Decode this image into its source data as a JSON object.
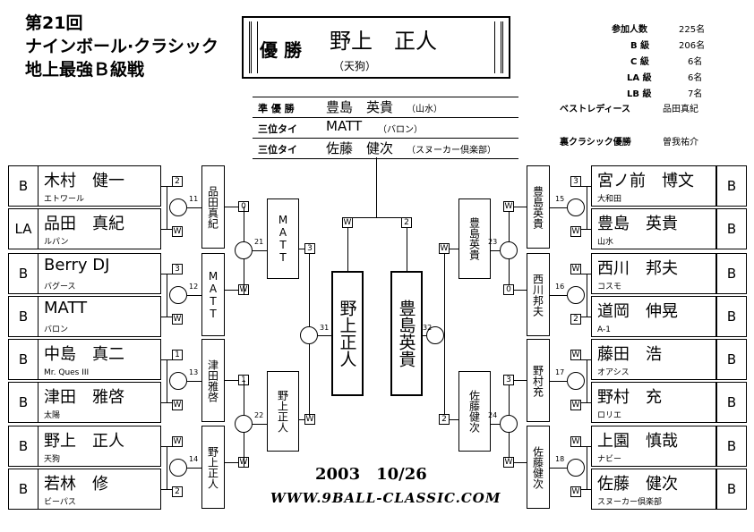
{
  "header": {
    "title_line1": "第21回",
    "title_line2": "ナインボール·クラシック",
    "title_line3": "地上最強Ｂ級戦"
  },
  "stats": [
    {
      "label": "参加人数",
      "value": "225名"
    },
    {
      "label": "B 級",
      "value": "206名"
    },
    {
      "label": "C 級",
      "value": "6名"
    },
    {
      "label": "LA 級",
      "value": "6名"
    },
    {
      "label": "LB 級",
      "value": "7名"
    }
  ],
  "awards": {
    "best_ladies_label": "ベストレディース",
    "best_ladies_value": "品田真紀",
    "ura_label": "裏クラシック優勝",
    "ura_value": "曽我祐介"
  },
  "results": {
    "champion_label": "優 勝",
    "champion_name": "野上　正人",
    "champion_club": "（天狗）",
    "runner_label": "準 優 勝",
    "runner_name": "豊島　英貴",
    "runner_club": "（山水）",
    "third1_label": "三位タイ",
    "third1_name": "MATT",
    "third1_club": "（バロン）",
    "third2_label": "三位タイ",
    "third2_name": "佐藤　健次",
    "third2_club": "（スヌーカー倶楽部）"
  },
  "left_players": [
    {
      "grade": "B",
      "name": "木村　健一",
      "club": "エトワール",
      "score": "2"
    },
    {
      "grade": "LA",
      "name": "品田　真紀",
      "club": "ルパン",
      "score": "W"
    },
    {
      "grade": "B",
      "name": "Berry DJ",
      "club": "バグース",
      "score": "3"
    },
    {
      "grade": "B",
      "name": "MATT",
      "club": "バロン",
      "score": "W"
    },
    {
      "grade": "B",
      "name": "中島　真二",
      "club": "Mr. Ques III",
      "score": "1"
    },
    {
      "grade": "B",
      "name": "津田　雅啓",
      "club": "太陽",
      "score": "W"
    },
    {
      "grade": "B",
      "name": "野上　正人",
      "club": "天狗",
      "score": "W"
    },
    {
      "grade": "B",
      "name": "若林　修",
      "club": "ビーパス",
      "score": "2"
    }
  ],
  "right_players": [
    {
      "grade": "B",
      "name": "宮ノ前　博文",
      "club": "大和田",
      "score": "3"
    },
    {
      "grade": "B",
      "name": "豊島　英貴",
      "club": "山水",
      "score": "W"
    },
    {
      "grade": "B",
      "name": "西川　邦夫",
      "club": "コスモ",
      "score": "W"
    },
    {
      "grade": "B",
      "name": "道岡　伸晃",
      "club": "A-1",
      "score": "2"
    },
    {
      "grade": "B",
      "name": "藤田　浩",
      "club": "オアシス",
      "score": "W"
    },
    {
      "grade": "B",
      "name": "野村　充",
      "club": "ロリエ",
      "score": "W"
    },
    {
      "grade": "B",
      "name": "上園　慎哉",
      "club": "ナビー",
      "score": "W"
    },
    {
      "grade": "B",
      "name": "佐藤　健次",
      "club": "スヌーカー倶楽部",
      "score": "W"
    }
  ],
  "round2_left": [
    {
      "name": "品田真紀",
      "score": "0",
      "num": "11"
    },
    {
      "name": "MATT",
      "score": "W",
      "num": "12"
    },
    {
      "name": "津田雅啓",
      "score": "1",
      "num": "13"
    },
    {
      "name": "野上正人",
      "score": "W",
      "num": "14"
    }
  ],
  "round2_right": [
    {
      "name": "豊島英貴",
      "score": "W",
      "num": "15"
    },
    {
      "name": "西川邦夫",
      "score": "0",
      "num": "16"
    },
    {
      "name": "野村充",
      "score": "3",
      "num": "17"
    },
    {
      "name": "佐藤健次",
      "score": "W",
      "num": "18"
    }
  ],
  "round3_left": [
    {
      "name": "MATT",
      "score": "3",
      "num": "21"
    },
    {
      "name": "野上正人",
      "score": "W",
      "num": "22"
    }
  ],
  "round3_right": [
    {
      "name": "豊島英貴",
      "score": "W",
      "num": "23"
    },
    {
      "name": "佐藤健次",
      "score": "2",
      "num": "24"
    }
  ],
  "semis": {
    "left_name": "野上正人",
    "left_score": "W",
    "left_num": "31",
    "right_name": "豊島英貴",
    "right_score": "2",
    "right_num": "32"
  },
  "left_r2_scores": [
    "0",
    "W",
    "1",
    "W"
  ],
  "right_r2_scores": [
    "W",
    "0",
    "3",
    "W"
  ],
  "left_r3_scores": [
    "3",
    "W"
  ],
  "right_r3_scores": [
    "W",
    "2"
  ],
  "footer": {
    "date": "2003　10/26",
    "url": "WWW.9BALL-CLASSIC.COM"
  },
  "colors": {
    "ink": "#000000",
    "background": "#ffffff"
  }
}
